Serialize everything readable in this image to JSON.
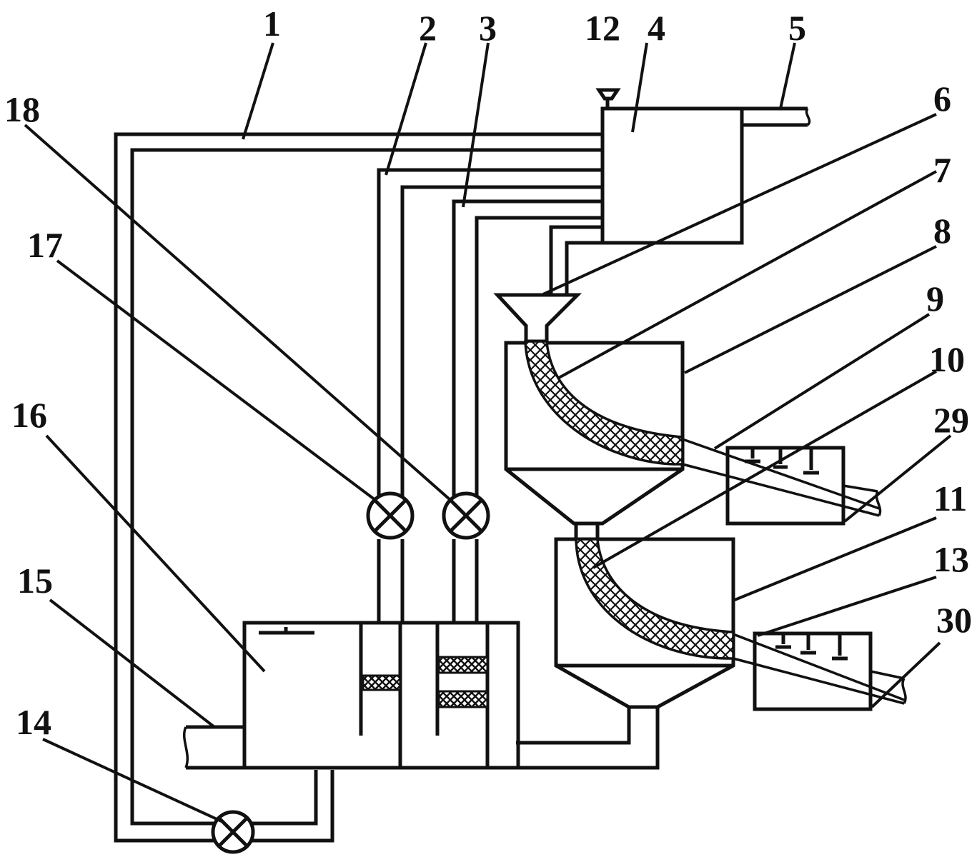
{
  "labels": {
    "n1": "1",
    "n2": "2",
    "n3": "3",
    "n4": "4",
    "n5": "5",
    "n6": "6",
    "n7": "7",
    "n8": "8",
    "n9": "9",
    "n10": "10",
    "n11": "11",
    "n12": "12",
    "n13": "13",
    "n14": "14",
    "n15": "15",
    "n16": "16",
    "n17": "17",
    "n18": "18",
    "n29": "29",
    "n30": "30"
  }
}
